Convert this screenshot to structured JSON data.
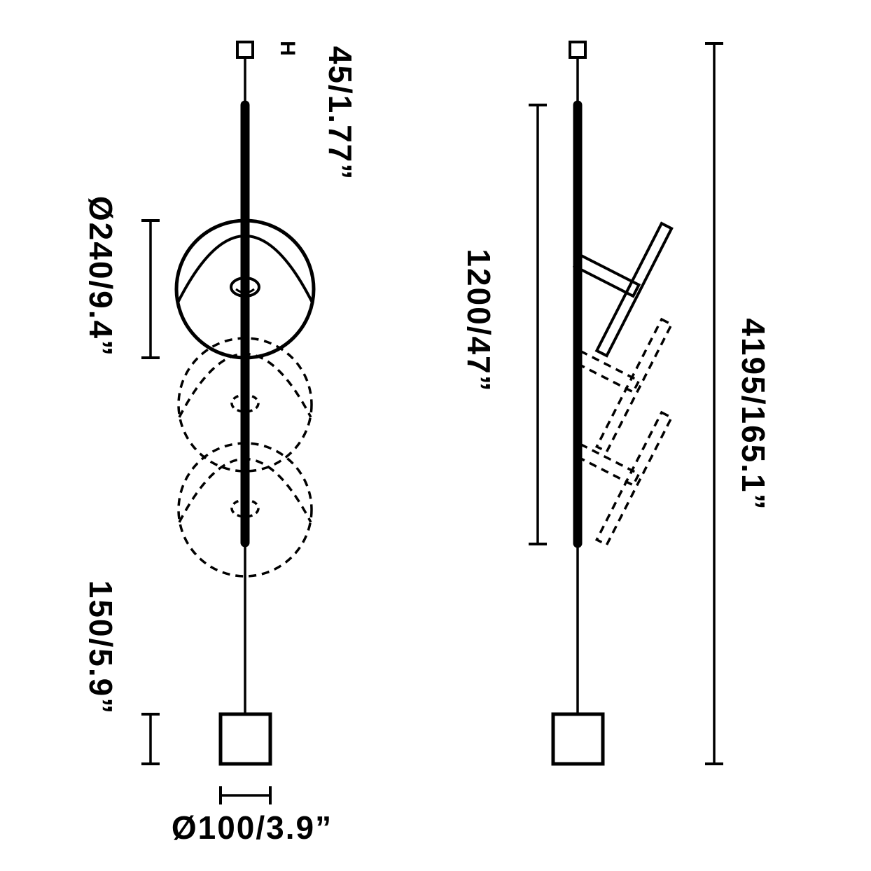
{
  "colors": {
    "ink": "#000000",
    "paper": "#ffffff"
  },
  "front_view": {
    "height_symbol": "H",
    "canopy_height_label": "45/1.77”",
    "shade_diameter_label": "Ø240/9.4”",
    "weight_height_label": "150/5.9”",
    "weight_diameter_label": "Ø100/3.9”"
  },
  "side_view": {
    "rod_length_label": "1200/47”",
    "overall_length_label": "4195/165.1”"
  }
}
